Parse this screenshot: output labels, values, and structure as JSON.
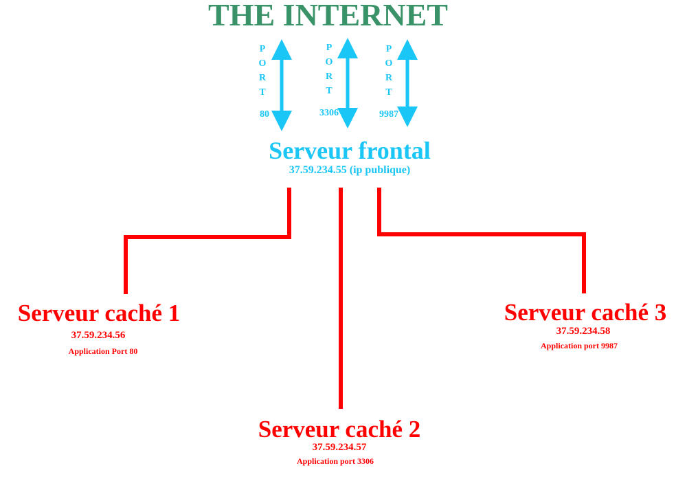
{
  "title": "THE INTERNET",
  "ports": [
    {
      "label": "PORT",
      "letters": [
        "P",
        "O",
        "R",
        "T"
      ],
      "number": "80"
    },
    {
      "label": "PORT",
      "letters": [
        "P",
        "O",
        "R",
        "T"
      ],
      "number": "3306"
    },
    {
      "label": "PORT",
      "letters": [
        "P",
        "O",
        "R",
        "T"
      ],
      "number": "9987"
    }
  ],
  "front_server": {
    "name": "Serveur frontal",
    "ip": "37.59.234.55 (ip publique)"
  },
  "hidden_servers": [
    {
      "name": "Serveur caché 1",
      "ip": "37.59.234.56",
      "app": "Application Port 80"
    },
    {
      "name": "Serveur caché 2",
      "ip": "37.59.234.57",
      "app": "Application port 3306"
    },
    {
      "name": "Serveur caché 3",
      "ip": "37.59.234.58",
      "app": "Application port 9987"
    }
  ],
  "colors": {
    "title": "#3a9268",
    "ports_and_front": "#19c6f5",
    "hidden_and_links": "#ff0000",
    "background": "#ffffff"
  }
}
